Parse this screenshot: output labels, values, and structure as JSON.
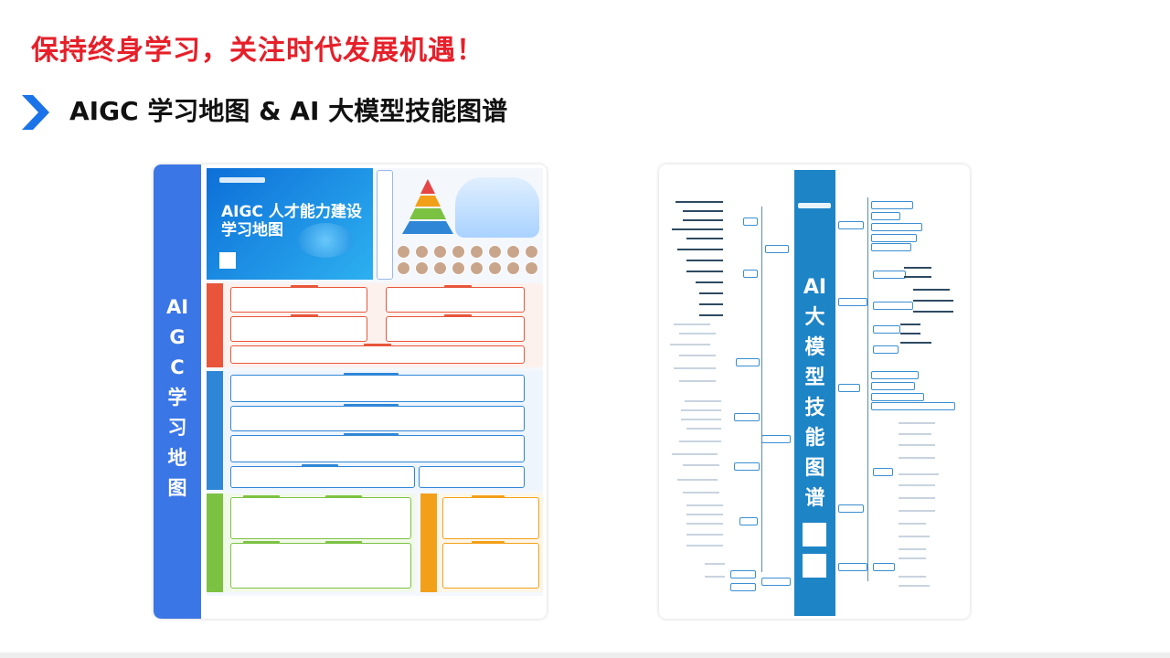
{
  "slogan": "保持终身学习，关注时代发展机遇！",
  "heading": "AIGC 学习地图 & AI 大模型技能图谱",
  "left_poster": {
    "tab_text": "AIGC学习地图",
    "banner_title_line1": "AIGC 人才能力建设",
    "banner_title_line2": "学习地图"
  },
  "right_poster": {
    "band_text": "AI大模型技能图谱"
  },
  "icons": {
    "heading_marker": "chevron-right-icon"
  },
  "colors": {
    "slogan": "#e6202a",
    "accent_blue": "#1a73e8",
    "tab_blue": "#3b76e6",
    "section_business": "#e8553a",
    "section_application": "#2f86d6",
    "section_dev": "#7cc242",
    "section_foundation": "#f2a019",
    "band_blue": "#1d84c6"
  }
}
